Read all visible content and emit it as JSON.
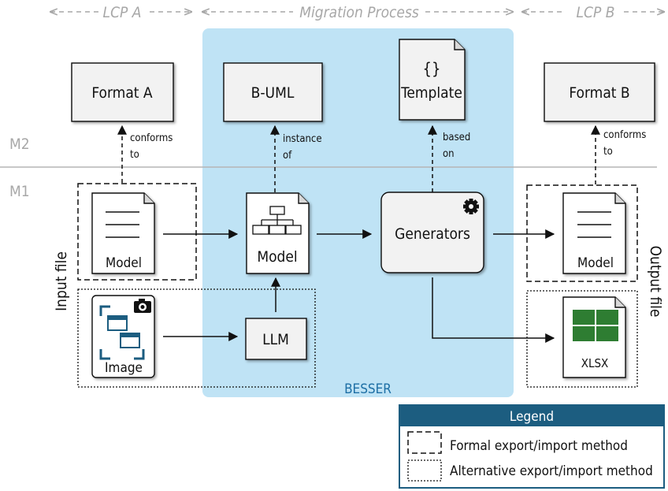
{
  "phases": {
    "lcp_a": "LCP A",
    "migration": "Migration Process",
    "lcp_b": "LCP B"
  },
  "levels": {
    "m2": "M2",
    "m1": "M1"
  },
  "side_labels": {
    "input": "Input file",
    "output": "Output file"
  },
  "boxes": {
    "format_a": "Format A",
    "buml": "B-UML",
    "template_icon": "{}",
    "template": "Template",
    "format_b": "Format B",
    "generators": "Generators",
    "llm": "LLM",
    "besser": "BESSER"
  },
  "documents": {
    "input_model": "Model",
    "buml_model": "Model",
    "image": "Image",
    "output_model": "Model",
    "xlsx": "XLSX"
  },
  "relations": {
    "conforms_a": [
      "conforms",
      "to"
    ],
    "instance_of": [
      "instance",
      "of"
    ],
    "based_on": [
      "based",
      "on"
    ],
    "conforms_b": [
      "conforms",
      "to"
    ]
  },
  "legend": {
    "title": "Legend",
    "formal": "Formal export/import method",
    "alternative": "Alternative export/import method"
  },
  "colors": {
    "besser_area": "#bfe3f5",
    "besser_text": "#1d6fa5",
    "legend_header": "#1c5d80",
    "xlsx_green": "#2e7d32",
    "phase_gray": "#a7a7a7"
  }
}
